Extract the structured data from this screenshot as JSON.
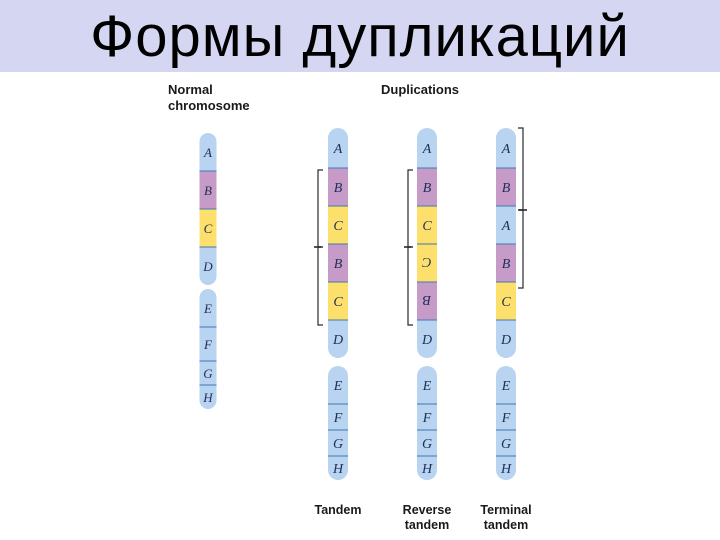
{
  "slide": {
    "title": "Формы дупликаций"
  },
  "headers": {
    "normal": "Normal\nchromosome",
    "duplications": "Duplications"
  },
  "colors": {
    "title_band": "#d5d7f2",
    "chromosome_blue": "#b8d4f0",
    "segment_purple": "#c79bc8",
    "segment_yellow": "#fde06c",
    "band_line": "#3f78b0",
    "letter": "#1f2f5a"
  },
  "chromosomes": [
    {
      "id": "normal",
      "label": "",
      "segments": [
        {
          "letter": "A",
          "color": "blue"
        },
        {
          "letter": "B",
          "color": "purple"
        },
        {
          "letter": "C",
          "color": "yellow"
        },
        {
          "letter": "D",
          "color": "blue"
        },
        {
          "letter": "E",
          "color": "blue"
        },
        {
          "letter": "F",
          "color": "blue"
        },
        {
          "letter": "G",
          "color": "blue"
        },
        {
          "letter": "H",
          "color": "blue"
        }
      ]
    },
    {
      "id": "tandem",
      "label": "Tandem",
      "segments": [
        {
          "letter": "A",
          "color": "blue"
        },
        {
          "letter": "B",
          "color": "purple"
        },
        {
          "letter": "C",
          "color": "yellow"
        },
        {
          "letter": "B",
          "color": "purple"
        },
        {
          "letter": "C",
          "color": "yellow"
        },
        {
          "letter": "D",
          "color": "blue"
        },
        {
          "letter": "E",
          "color": "blue"
        },
        {
          "letter": "F",
          "color": "blue"
        },
        {
          "letter": "G",
          "color": "blue"
        },
        {
          "letter": "H",
          "color": "blue"
        }
      ]
    },
    {
      "id": "reverse-tandem",
      "label": "Reverse\ntandem",
      "segments": [
        {
          "letter": "A",
          "color": "blue"
        },
        {
          "letter": "B",
          "color": "purple"
        },
        {
          "letter": "C",
          "color": "yellow"
        },
        {
          "letter": "C",
          "color": "yellow",
          "inverted": true
        },
        {
          "letter": "B",
          "color": "purple",
          "inverted": true
        },
        {
          "letter": "D",
          "color": "blue"
        },
        {
          "letter": "E",
          "color": "blue"
        },
        {
          "letter": "F",
          "color": "blue"
        },
        {
          "letter": "G",
          "color": "blue"
        },
        {
          "letter": "H",
          "color": "blue"
        }
      ]
    },
    {
      "id": "terminal-tandem",
      "label": "Terminal\ntandem",
      "segments": [
        {
          "letter": "A",
          "color": "blue"
        },
        {
          "letter": "B",
          "color": "purple"
        },
        {
          "letter": "A",
          "color": "blue"
        },
        {
          "letter": "B",
          "color": "purple"
        },
        {
          "letter": "C",
          "color": "yellow"
        },
        {
          "letter": "D",
          "color": "blue"
        },
        {
          "letter": "E",
          "color": "blue"
        },
        {
          "letter": "F",
          "color": "blue"
        },
        {
          "letter": "G",
          "color": "blue"
        },
        {
          "letter": "H",
          "color": "blue"
        }
      ]
    }
  ]
}
